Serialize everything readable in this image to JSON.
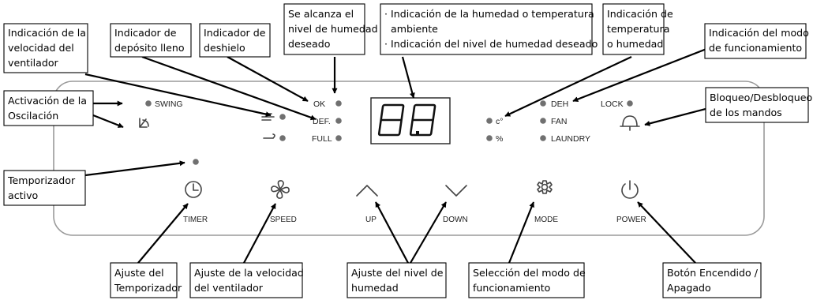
{
  "panel": {
    "swing": "SWING",
    "ok": "OK",
    "def": "DEF.",
    "full": "FULL",
    "display": "8.8",
    "unit_c": "c°",
    "unit_pct": "%",
    "deh": "DEH",
    "fan": "FAN",
    "laundry": "LAUNDRY",
    "lock": "LOCK",
    "timer": "TIMER",
    "speed": "SPEED",
    "up": "UP",
    "down": "DOWN",
    "mode": "MODE",
    "power": "POWER"
  },
  "callouts": {
    "fan_speed": [
      "Indicación de la",
      "velocidad del",
      "ventilador"
    ],
    "tank_full": [
      "Indicador de",
      "depósito lleno"
    ],
    "defrost": [
      "Indicador de",
      "deshielo"
    ],
    "humidity_reached": [
      "Se alcanza el",
      "nivel de humedad",
      "deseado"
    ],
    "ambient_display": [
      "· Indicación de la humedad o temperatura",
      "  ambiente",
      "· Indicación del nivel de humedad deseado"
    ],
    "temp_humidity": [
      "Indicación de",
      "temperatura",
      "o humedad"
    ],
    "mode_indication": [
      "Indicación del modo",
      "de funcionamiento"
    ],
    "oscillation": [
      "Activación de la",
      "Oscilación"
    ],
    "lock": [
      "Bloqueo/Desbloqueo",
      "de los mandos"
    ],
    "timer_active": [
      "Temporizador",
      "activo"
    ],
    "timer_adjust": [
      "Ajuste del",
      "Temporizador"
    ],
    "speed_adjust": [
      "Ajuste de la velocidad",
      "del ventilador"
    ],
    "humidity_adjust": [
      "Ajuste del nivel de",
      "humedad"
    ],
    "mode_select": [
      "Selección del modo de",
      "funcionamiento"
    ],
    "power": [
      "Botón Encendido /",
      "Apagado"
    ]
  },
  "colors": {
    "panel_border": "#9a9a9a",
    "dot": "#707070",
    "arrow": "#000000"
  },
  "icons": [
    "swing-icon",
    "fan-speed-high-icon",
    "fan-speed-low-icon",
    "clock-icon",
    "fan-icon",
    "chevron-up-icon",
    "chevron-down-icon",
    "gear-icon",
    "power-icon",
    "lock-icon"
  ]
}
